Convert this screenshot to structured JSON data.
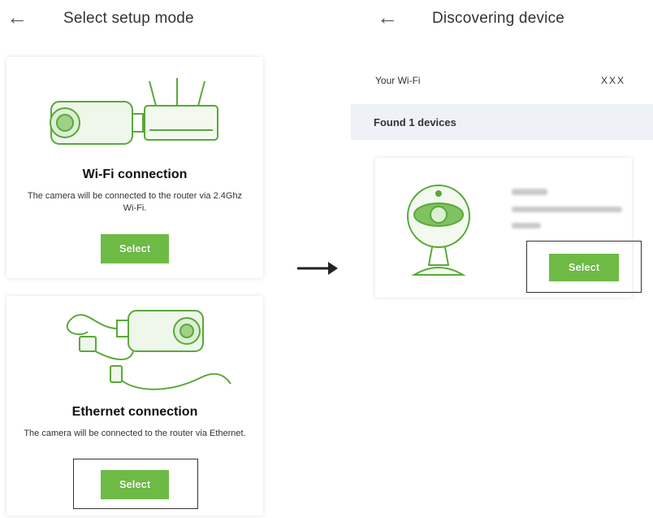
{
  "left_screen": {
    "title": "Select setup mode",
    "wifi_card": {
      "title": "Wi-Fi connection",
      "description": "The camera will be connected to the router via 2.4Ghz Wi-Fi.",
      "button_label": "Select"
    },
    "ethernet_card": {
      "title": "Ethernet connection",
      "description": "The camera will be connected to the router via Ethernet.",
      "button_label": "Select"
    }
  },
  "right_screen": {
    "title": "Discovering device",
    "wifi_label": "Your Wi-Fi",
    "wifi_value": "XXX",
    "found_label": "Found 1 devices",
    "device_card": {
      "button_label": "Select"
    }
  },
  "icons": {
    "back": "back-arrow-icon",
    "flow": "right-arrow-icon"
  },
  "colors": {
    "accent": "#6dbb45",
    "section_bg": "#eef1f5"
  }
}
